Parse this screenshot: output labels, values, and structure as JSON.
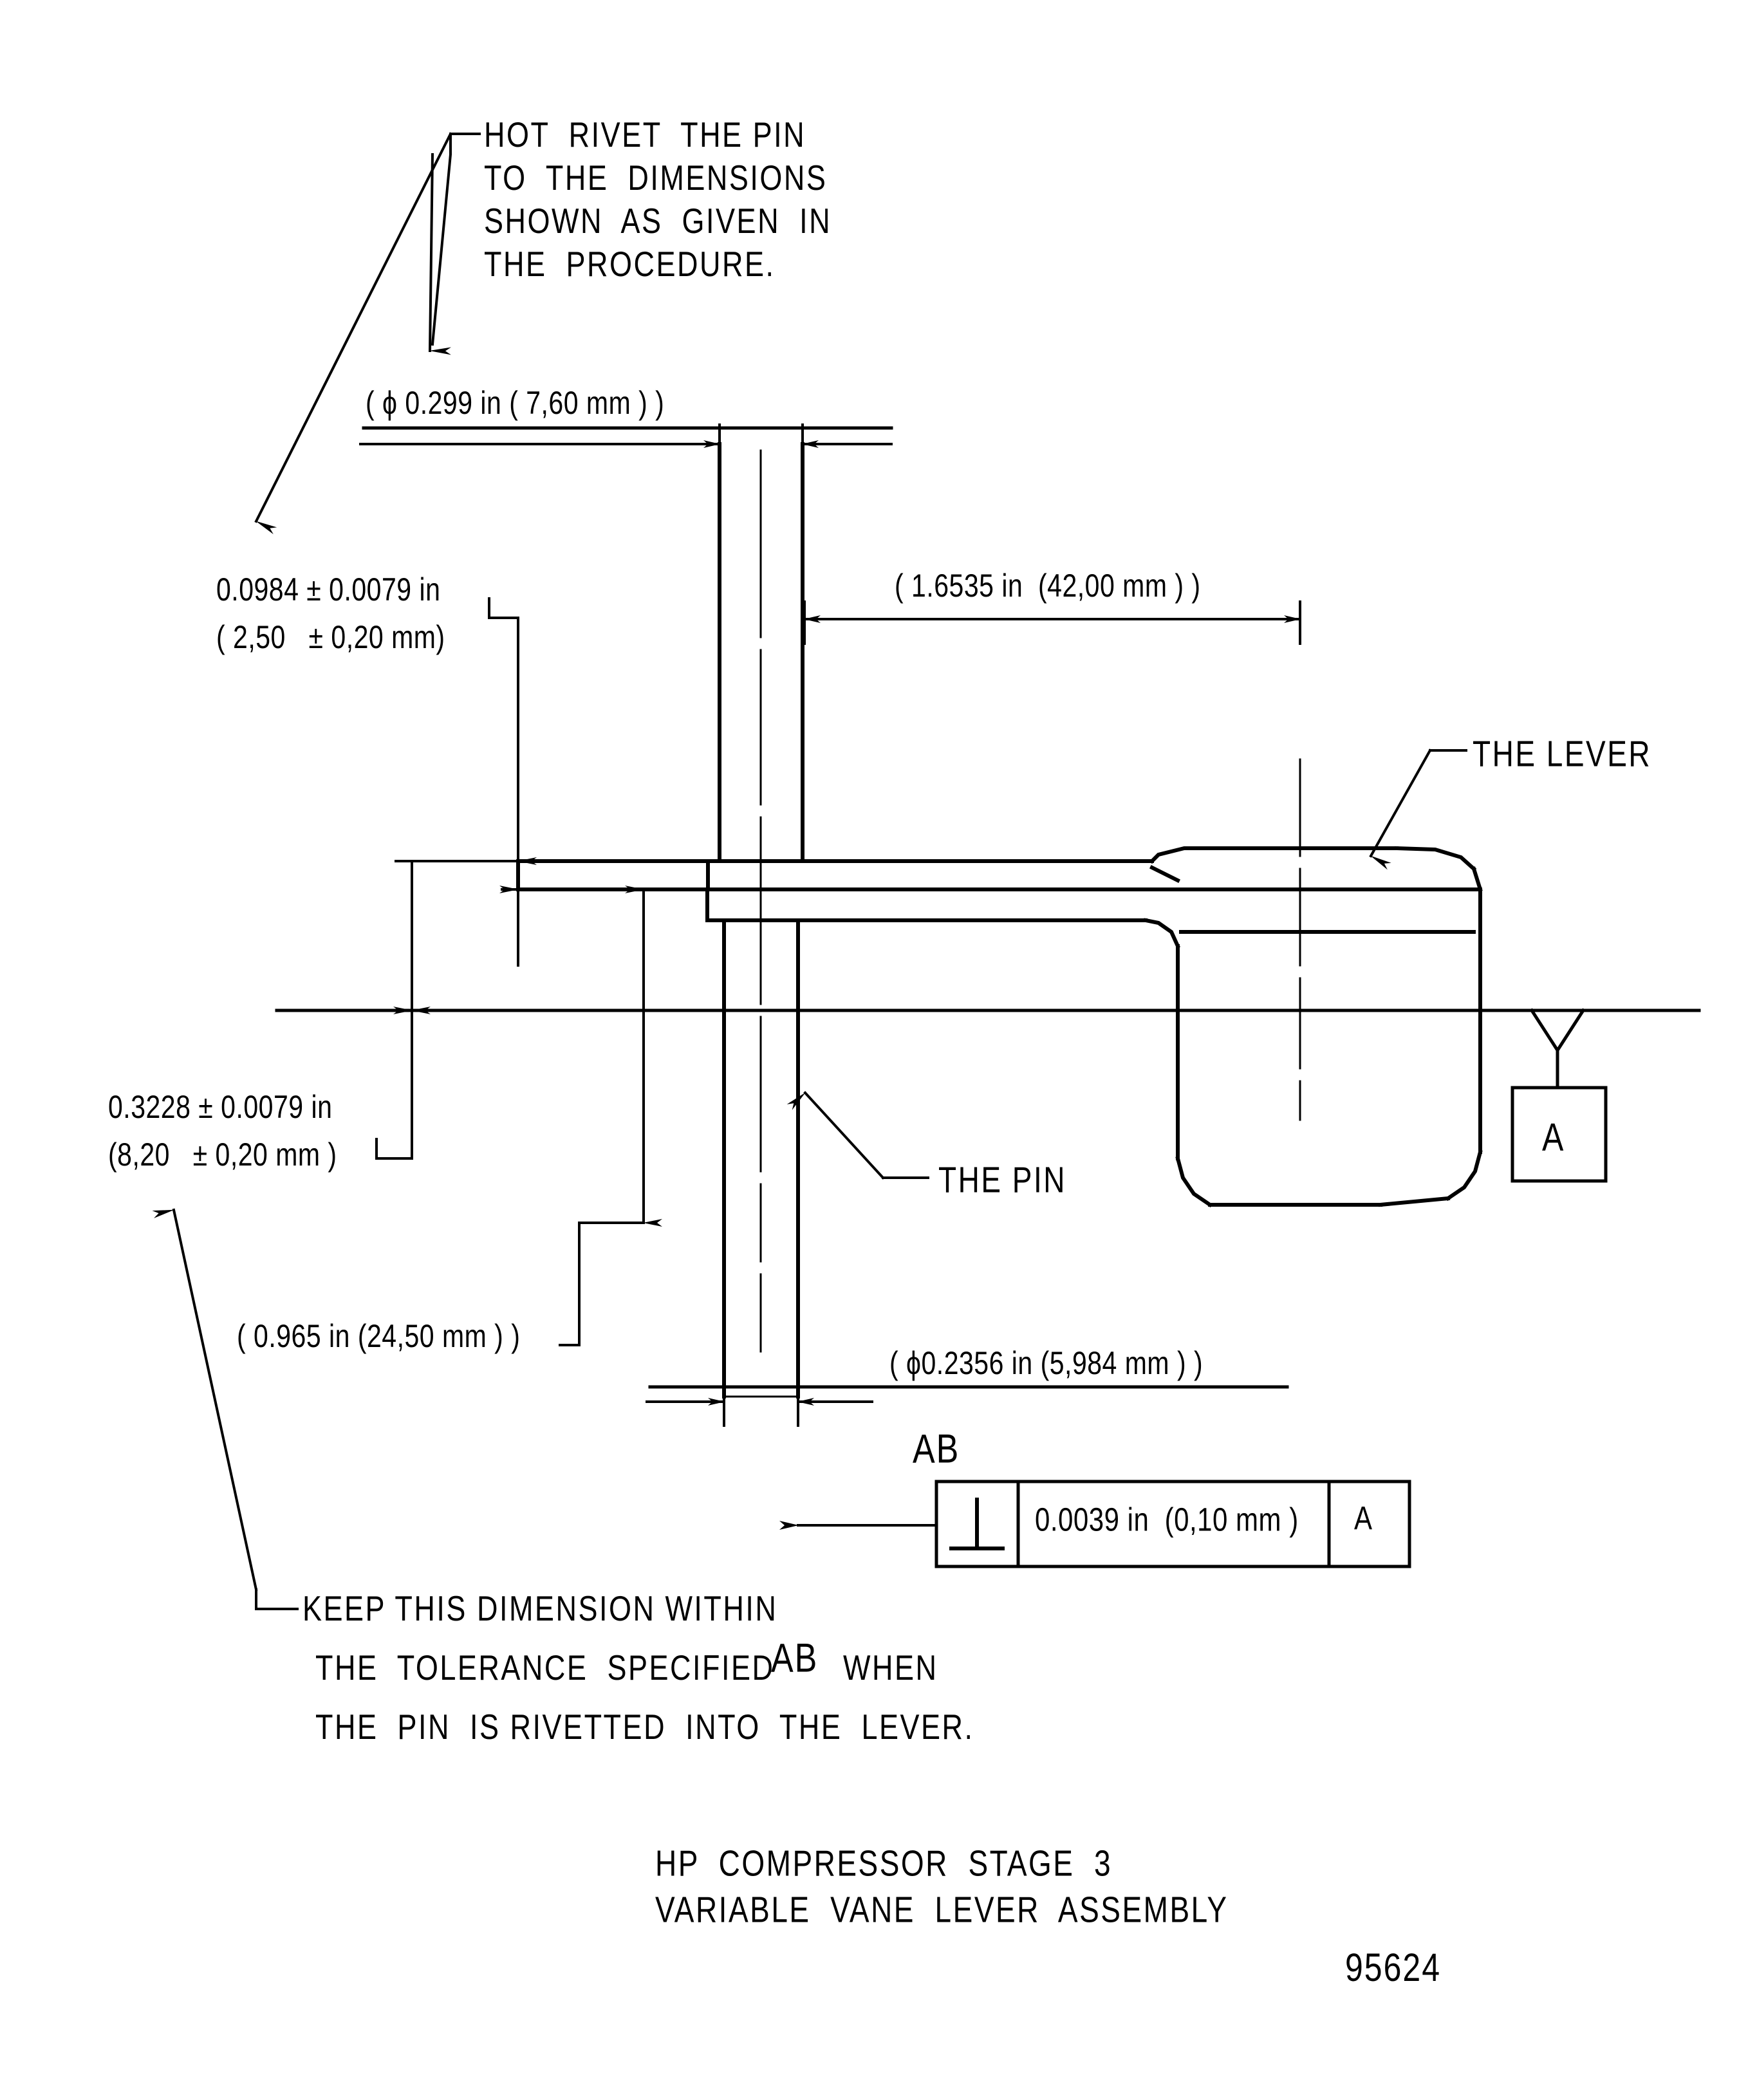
{
  "drawing": {
    "title_line1": "HP  COMPRESSOR  STAGE  3",
    "title_line2": "VARIABLE  VANE  LEVER  ASSEMBLY",
    "figure_number": "95624"
  },
  "notes": {
    "top_note": {
      "line1": "HOT  RIVET  THE PIN",
      "line2": "TO  THE  DIMENSIONS",
      "line3": "SHOWN  AS  GIVEN  IN",
      "line4": "THE  PROCEDURE."
    },
    "bottom_note": {
      "line1": "KEEP THIS DIMENSION WITHIN",
      "line2_a": "THE  TOLERANCE  SPECIFIED",
      "line2_datum": "AB",
      "line2_b": "WHEN",
      "line3": "THE  PIN  IS RIVETTED  INTO  THE  LEVER."
    }
  },
  "callouts": {
    "lever": "THE LEVER",
    "pin": "THE PIN"
  },
  "dimensions": {
    "rivet_head_dia": "( ϕ 0.299 in ( 7,60 mm ) )",
    "head_thickness_line1": "0.0984 ± 0.0079 in",
    "head_thickness_line2": "( 2,50   ± 0,20 mm)",
    "lever_length": "( 1.6535 in  (42,00 mm ) )",
    "collar_height_line1": "0.3228 ± 0.0079 in",
    "collar_height_line2": "(8,20   ± 0,20 mm )",
    "pin_length": "( 0.965 in (24,50 mm ) )",
    "pin_dia": "( ϕ0.2356 in (5,984 mm ) )"
  },
  "gdt": {
    "datum_feature_label": "A",
    "tolerance_tag": "AB",
    "symbol": "perpendicularity",
    "symbol_glyph": "⟂",
    "tolerance_value": "0.0039 in  (0,10 mm )",
    "datum_reference": "A"
  },
  "colors": {
    "ink": "#000000",
    "paper": "#ffffff"
  }
}
